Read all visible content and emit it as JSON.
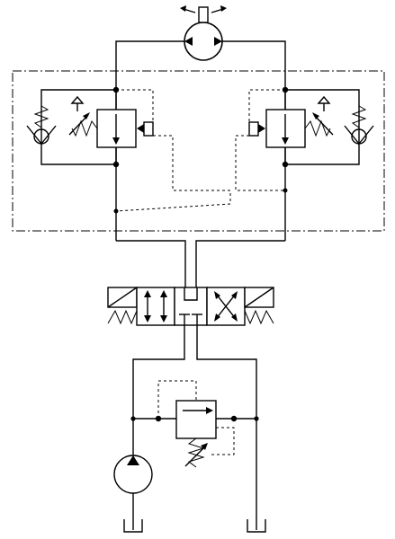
{
  "diagram": {
    "type": "hydraulic-circuit",
    "components": [
      {
        "id": "hydraulic-motor",
        "kind": "bidirectional-hydraulic-motor"
      },
      {
        "id": "relief-valve-left",
        "kind": "pressure-relief-valve"
      },
      {
        "id": "relief-valve-right",
        "kind": "pressure-relief-valve"
      },
      {
        "id": "check-valve-left",
        "kind": "spring-loaded-check-valve"
      },
      {
        "id": "check-valve-right",
        "kind": "spring-loaded-check-valve"
      },
      {
        "id": "directional-valve",
        "kind": "3-position-4-way-spring-centered"
      },
      {
        "id": "system-relief-valve",
        "kind": "adjustable-pressure-relief-valve"
      },
      {
        "id": "pump",
        "kind": "fixed-displacement-pump"
      },
      {
        "id": "tank-pump",
        "kind": "tank"
      },
      {
        "id": "tank-return",
        "kind": "tank"
      }
    ],
    "line_types": [
      "pressure-line",
      "pilot-line",
      "enclosure-boundary"
    ]
  }
}
